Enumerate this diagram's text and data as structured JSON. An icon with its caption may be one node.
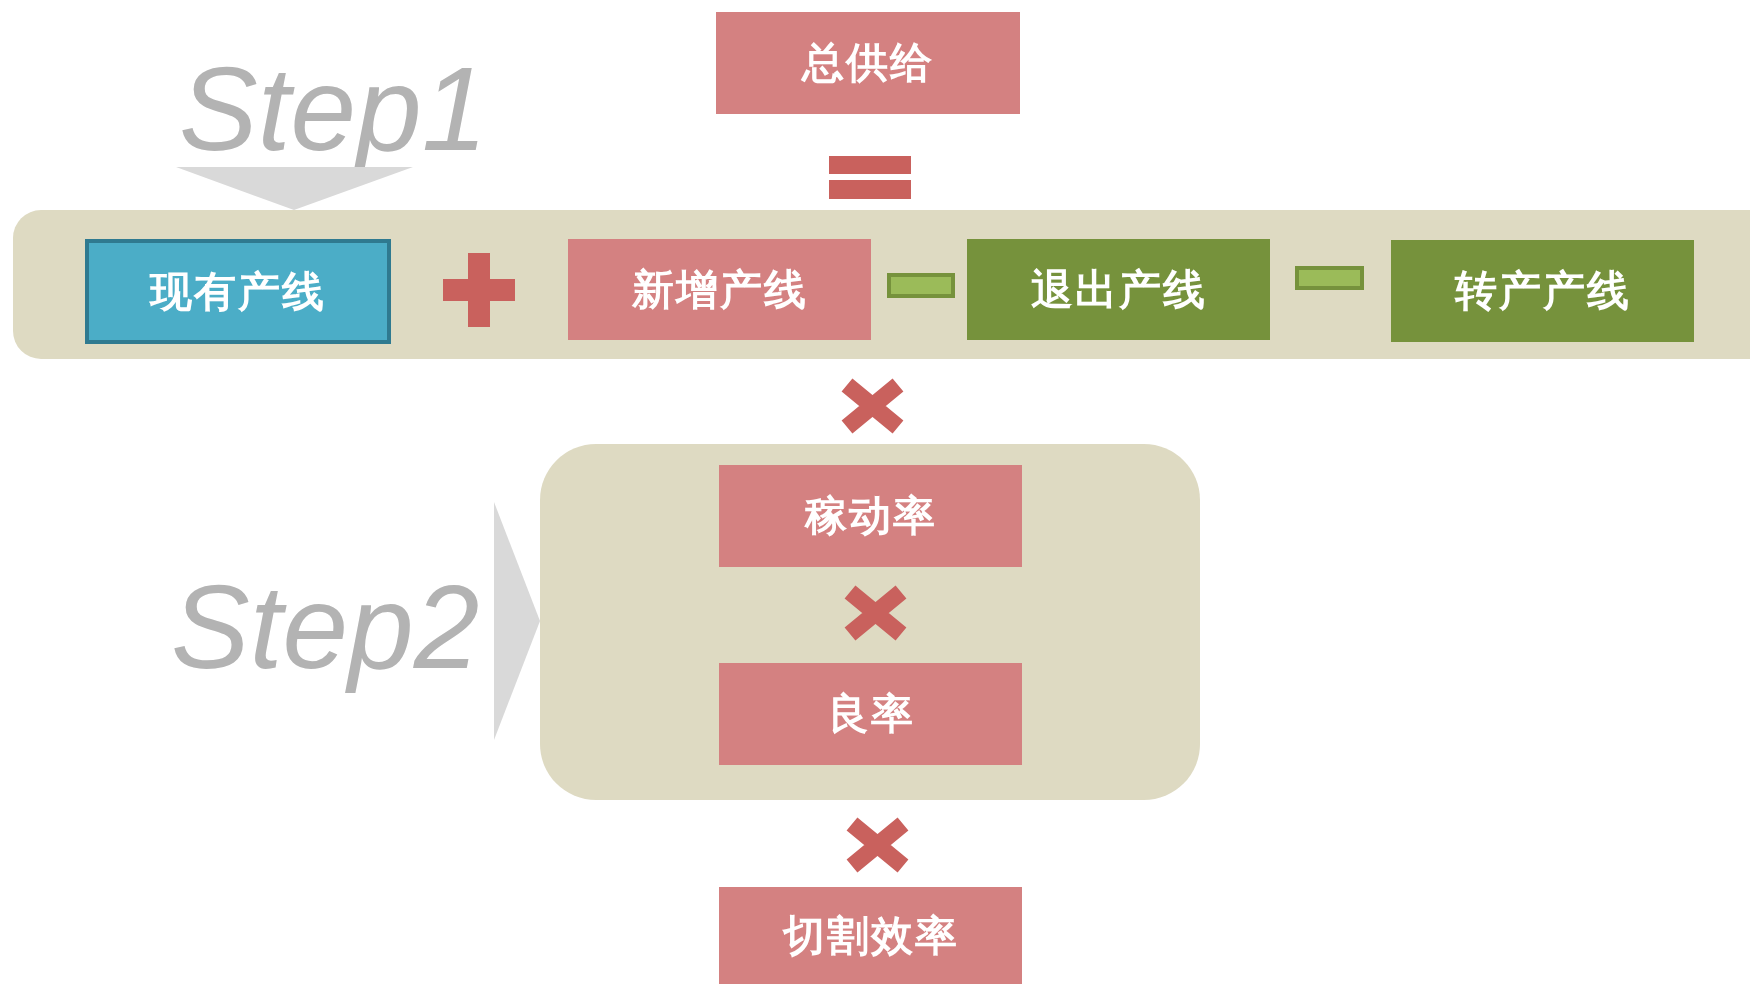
{
  "diagram": {
    "nodes": [
      {
        "text": [
          "总供给"
        ]
      },
      {
        "text": [],
        "shape": "box"
      },
      {
        "text": [
          "现有产线"
        ],
        "in": 1
      },
      {
        "text": [
          "新增产线"
        ],
        "in": 1
      },
      {
        "text": [
          "退出产线"
        ],
        "in": 1
      },
      {
        "text": [
          "转产产线"
        ],
        "in": 1
      },
      {
        "text": [],
        "shape": "box"
      },
      {
        "text": [
          "稼动率"
        ],
        "in": 6
      },
      {
        "text": [
          "良率"
        ],
        "in": 6
      },
      {
        "text": [
          "切割效率"
        ]
      }
    ],
    "labels": [
      "Step1",
      "Step2"
    ]
  }
}
